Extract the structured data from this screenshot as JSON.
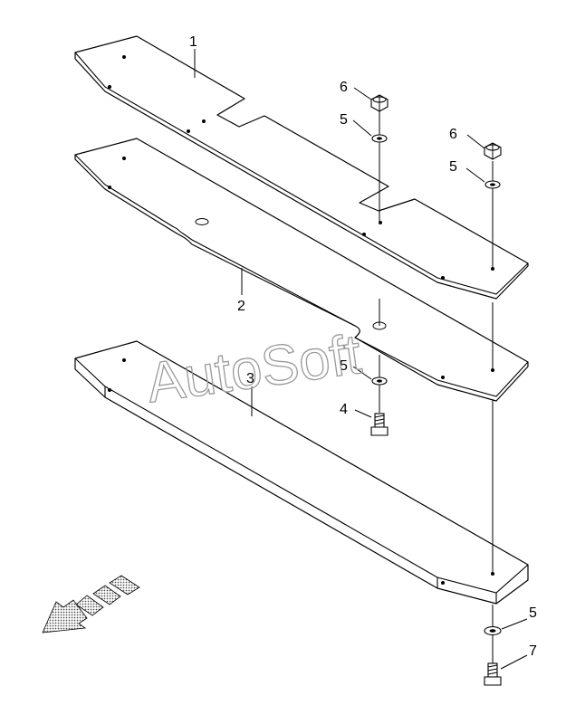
{
  "watermark": "AutoSoft",
  "callouts": {
    "c1": "1",
    "c2": "2",
    "c3": "3",
    "c4": "4",
    "c5a": "5",
    "c5b": "5",
    "c5c": "5",
    "c5d": "5",
    "c6a": "6",
    "c6b": "6",
    "c7": "7"
  },
  "icons": {
    "direction": "front-direction-arrow-icon"
  }
}
